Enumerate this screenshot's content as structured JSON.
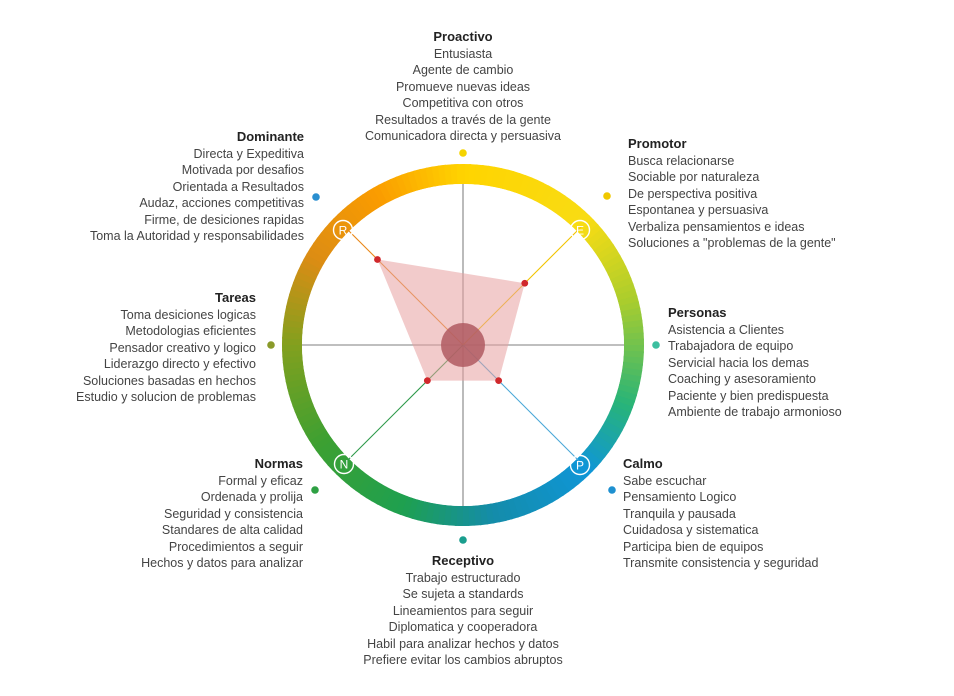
{
  "groups": {
    "proactivo": {
      "title": "Proactivo",
      "items": [
        "Entusiasta",
        "Agente de cambio",
        "Promueve nuevas ideas",
        "Competitiva con otros",
        "Resultados a través de la gente",
        "Comunicadora directa y persuasiva"
      ],
      "dot_color": "#f5d400"
    },
    "promotor": {
      "title": "Promotor",
      "items": [
        "Busca relacionarse",
        "Sociable por naturaleza",
        "De perspectiva positiva",
        "Espontanea y persuasiva",
        "Verbaliza pensamientos e ideas",
        "Soluciones a \"problemas de la gente\""
      ],
      "dot_color": "#f0c800"
    },
    "personas": {
      "title": "Personas",
      "items": [
        "Asistencia a Clientes",
        "Trabajadora de equipo",
        "Servicial hacia los demas",
        "Coaching y asesoramiento",
        "Paciente y bien predispuesta",
        "Ambiente de trabajo armonioso"
      ],
      "dot_color": "#3dbfa0"
    },
    "calmo": {
      "title": "Calmo",
      "items": [
        "Sabe escuchar",
        "Pensamiento Logico",
        "Tranquila y pausada",
        "Cuidadosa y sistematica",
        "Participa bien de equipos",
        "Transmite consistencia y seguridad"
      ],
      "dot_color": "#1e90d0"
    },
    "receptivo": {
      "title": "Receptivo",
      "items": [
        "Trabajo estructurado",
        "Se sujeta a standards",
        "Lineamientos para seguir",
        "Diplomatica y cooperadora",
        "Habil para analizar hechos y datos",
        "Prefiere evitar los cambios abruptos"
      ],
      "dot_color": "#1a9e8e"
    },
    "normas": {
      "title": "Normas",
      "items": [
        "Formal y eficaz",
        "Ordenada y prolija",
        "Seguridad y consistencia",
        "Standares de alta calidad",
        "Procedimientos a seguir",
        "Hechos y datos para analizar"
      ],
      "dot_color": "#2ea043"
    },
    "tareas": {
      "title": "Tareas",
      "items": [
        "Toma desiciones logicas",
        "Metodologias eficientes",
        "Pensador creativo y logico",
        "Liderazgo directo y efectivo",
        "Soluciones basadas en hechos",
        "Estudio y solucion de problemas"
      ],
      "dot_color": "#8a9a2a"
    },
    "dominante": {
      "title": "Dominante",
      "items": [
        "Directa y Expeditiva",
        "Motivada por desafios",
        "Orientada a Resultados",
        "Audaz, acciones competitivas",
        "Firme, de desiciones rapidas",
        "Toma la Autoridad y responsabilidades"
      ],
      "dot_color": "#2a8fd0"
    }
  },
  "badges": {
    "r": "R",
    "e": "E",
    "p": "P",
    "n": "N"
  },
  "colors": {
    "polygon_fill": "#e8a0a0",
    "polygon_opacity": 0.55,
    "center_circle": "#b05a62",
    "marker": "#d0282c",
    "axis": "#555555"
  },
  "profile": {
    "r": 0.72,
    "e": 0.52,
    "p": 0.3,
    "n": 0.3
  }
}
